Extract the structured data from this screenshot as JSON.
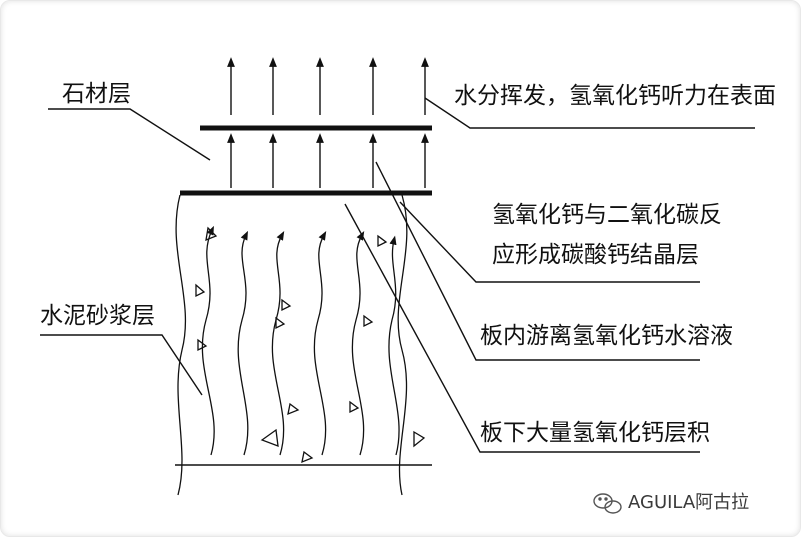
{
  "labels": {
    "stone_layer": "石材层",
    "evaporation": "水分挥发，氢氧化钙听力在表面",
    "reaction_line1": "氢氧化钙与二氧化碳反",
    "reaction_line2": "应形成碳酸钙结晶层",
    "free_solution": "板内游离氢氧化钙水溶液",
    "mortar_layer": "水泥砂浆层",
    "accumulation": "板下大量氢氧化钙层积"
  },
  "watermark": {
    "text": "AGUILA阿古拉",
    "icon": "wechat-icon"
  }
}
